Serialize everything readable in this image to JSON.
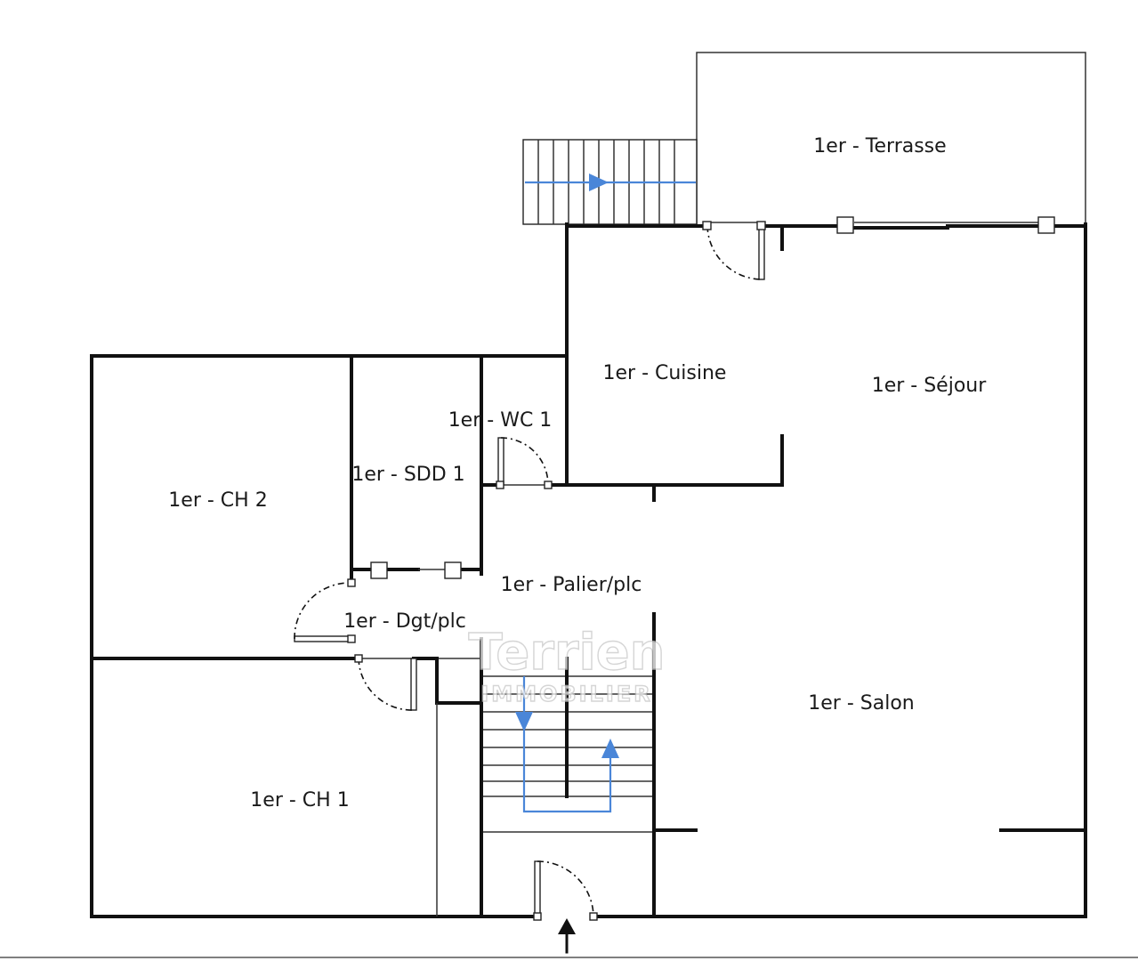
{
  "rooms": {
    "terrasse": "1er - Terrasse",
    "cuisine": "1er - Cuisine",
    "sejour": "1er - Séjour",
    "wc1": "1er - WC 1",
    "sdd1": "1er - SDD 1",
    "ch2": "1er - CH 2",
    "palier": "1er - Palier/plc",
    "dgt": "1er - Dgt/plc",
    "salon": "1er - Salon",
    "ch1": "1er - CH 1"
  },
  "watermark": {
    "brand": "Terrien",
    "sub": "IMMOBILIER"
  },
  "colors": {
    "wall": "#111111",
    "arrow": "#4a86d8",
    "background": "#ffffff"
  }
}
